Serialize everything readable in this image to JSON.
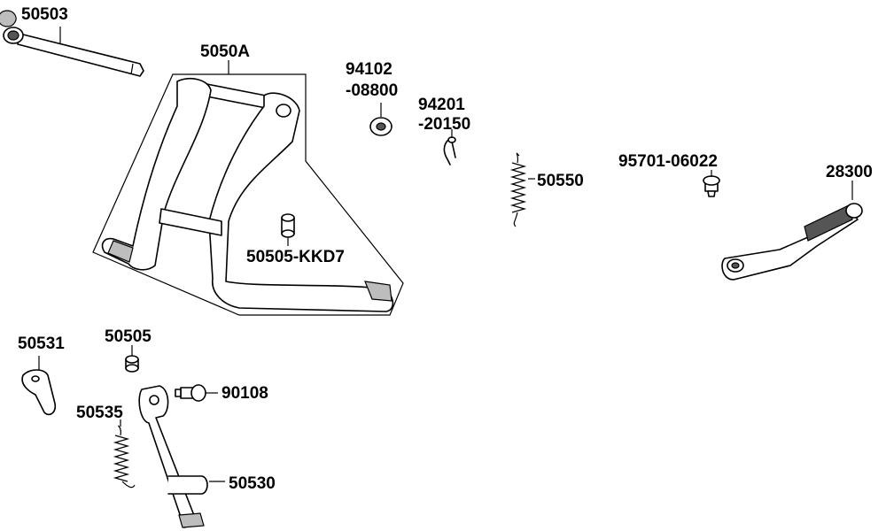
{
  "labels": {
    "p50503": "50503",
    "p5050A": "5050A",
    "p94102_a": "94102",
    "p94102_b": "-08800",
    "p94201_a": "94201",
    "p94201_b": "-20150",
    "p50550": "50550",
    "p95701": "95701-06022",
    "p28300": "28300",
    "p50505kkd7": "50505-KKD7",
    "p50531": "50531",
    "p50505": "50505",
    "p90108": "90108",
    "p50535": "50535",
    "p50530": "50530"
  }
}
